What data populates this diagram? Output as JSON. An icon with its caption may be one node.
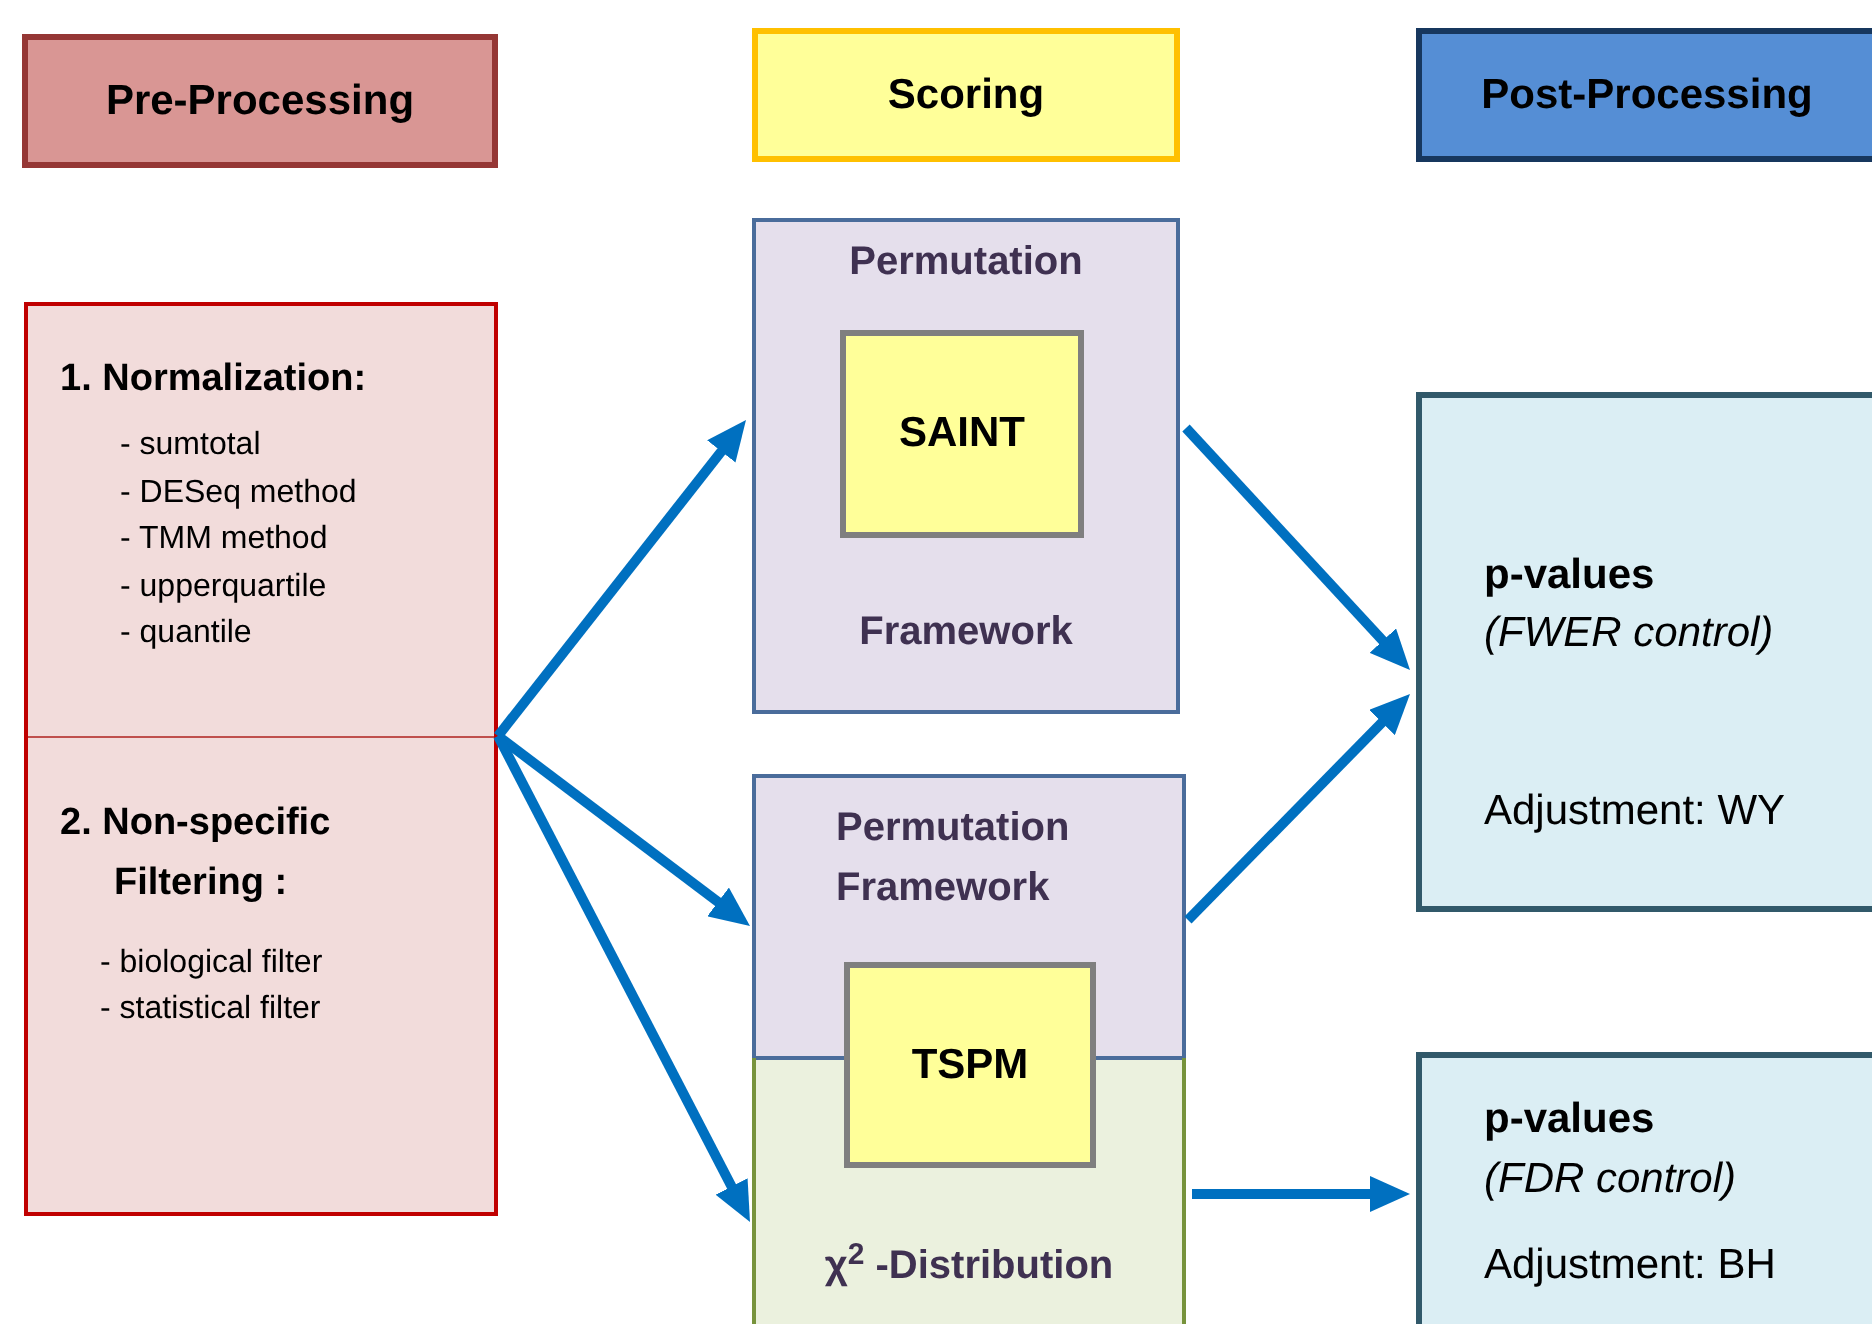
{
  "diagram": {
    "nodes": [
      {
        "text": [
          "Pre-Processing"
        ]
      },
      {
        "text": [
          "Scoring"
        ]
      },
      {
        "text": [
          "Post-Processing"
        ]
      },
      {
        "text": [
          "1. Normalization:",
          "- sumtotal",
          "- DESeq method",
          "- TMM method",
          "- upperquartile",
          "- quantile",
          "2. Non-specific Filtering :",
          "- biological filter",
          "- statistical filter"
        ]
      },
      {
        "text": [
          "Permutation",
          "Framework"
        ]
      },
      {
        "text": [
          "SAINT"
        ],
        "in": 4
      },
      {
        "text": [],
        "shape": "box"
      },
      {
        "text": [
          "Permutation Framework"
        ],
        "in": 6
      },
      {
        "text": [
          "TSPM"
        ],
        "in": 6
      },
      {
        "text": [
          "χ$^{2}$ -Distribution"
        ],
        "in": 6
      },
      {
        "text": [
          "p-values",
          "(FWER control)",
          "Adjustment: WY"
        ]
      },
      {
        "text": [
          "p-values",
          "(FDR control)",
          "Adjustment: BH"
        ]
      }
    ],
    "edges": [
      {
        "from": 3,
        "to": 4,
        "arrow": "to"
      },
      {
        "from": 3,
        "to": 7,
        "arrow": "to"
      },
      {
        "from": 3,
        "to": 9,
        "arrow": "to"
      },
      {
        "from": 4,
        "to": 10,
        "arrow": "to"
      },
      {
        "from": 7,
        "to": 10,
        "arrow": "to"
      },
      {
        "from": 9,
        "to": 11,
        "arrow": "to"
      }
    ]
  }
}
